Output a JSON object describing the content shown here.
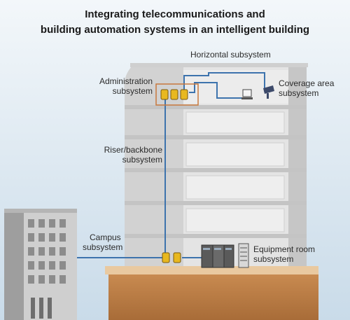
{
  "title": {
    "line1": "Integrating telecommunications and",
    "line2": "building automation systems in an intelligent building"
  },
  "labels": {
    "horizontal": "Horizontal subsystem",
    "admin_line1": "Administration",
    "admin_line2": "subsystem",
    "coverage_line1": "Coverage area",
    "coverage_line2": "subsystem",
    "riser_line1": "Riser/backbone",
    "riser_line2": "subsystem",
    "campus_line1": "Campus",
    "campus_line2": "subsystem",
    "equipment_line1": "Equipment room",
    "equipment_line2": "subsystem"
  },
  "colors": {
    "cable": "#3d73ad",
    "connector": "#e8b820",
    "admin_box_border": "#c8783c",
    "ground": "#b87b45",
    "building": "#dcdcdc",
    "sky": "#eaf1f7"
  }
}
